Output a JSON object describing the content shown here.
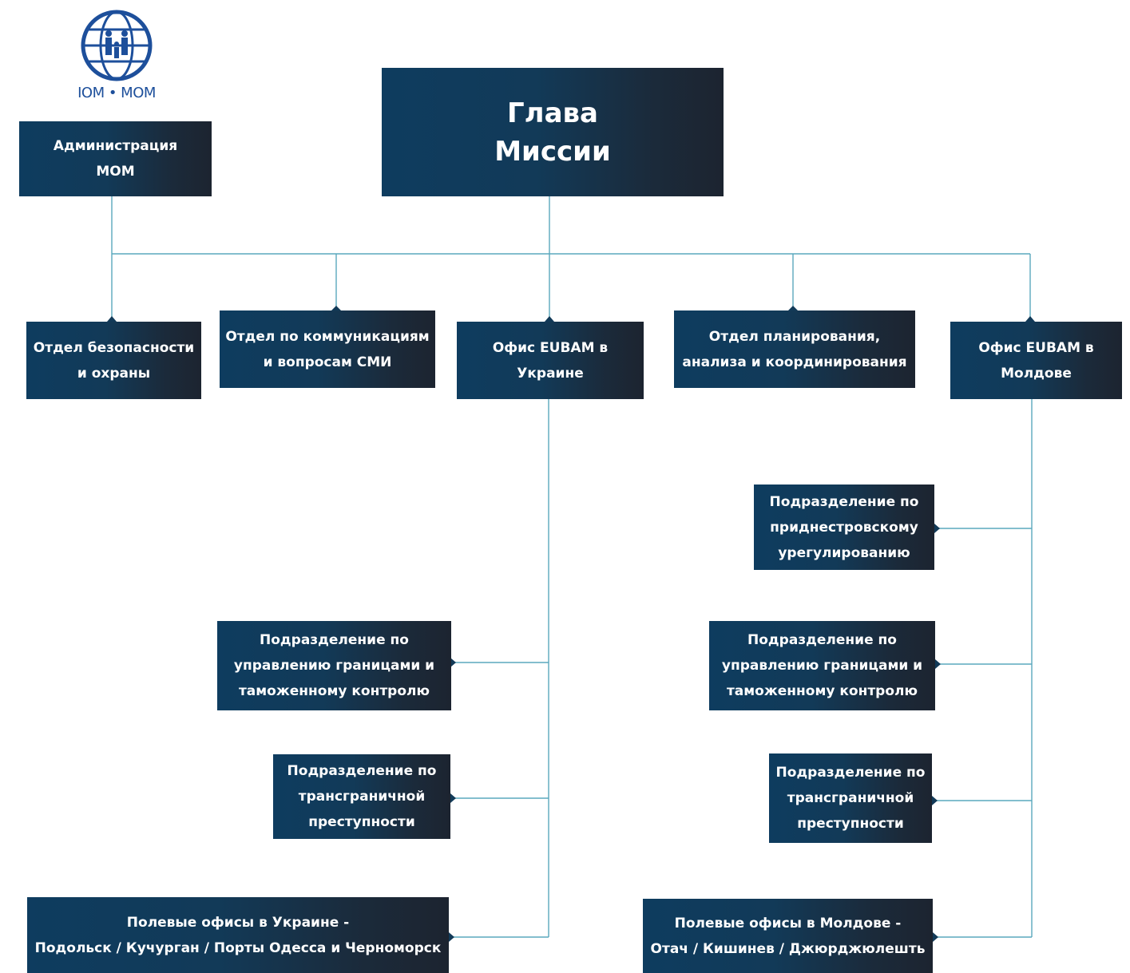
{
  "logo": {
    "text": "IOM • MOM",
    "color": "#1d4f9b"
  },
  "colors": {
    "box_start": "#0e3c5f",
    "box_end": "#1c2430",
    "connector": "#5aa8bd"
  },
  "boxes": {
    "head": "Глава\nМиссии",
    "admin": "Администрация\nМОМ",
    "security": "Отдел безопасности\nи охраны",
    "comms": "Отдел по коммуникациям\nи вопросам СМИ",
    "eubam_ua": "Офис EUBAM в\nУкраине",
    "planning": "Отдел планирования,\nанализа и координирования",
    "eubam_md": "Офис EUBAM в\nМолдове",
    "ua_border": "Подразделение по\nуправлению границами и\nтаможенному контролю",
    "ua_crime": "Подразделение по\nтрансграничной\nпреступности",
    "ua_field": "Полевые офисы в Украине -\nПодольск / Кучурган / Порты Одесса и Черноморск",
    "md_transn": "Подразделение по\nприднестровскому\nурегулированию",
    "md_border": "Подразделение по\nуправлению границами и\nтаможенному контролю",
    "md_crime": "Подразделение по\nтрансграничной\nпреступности",
    "md_field": "Полевые офисы в Молдове -\nОтач / Кишинев / Джюрджюлешть"
  }
}
